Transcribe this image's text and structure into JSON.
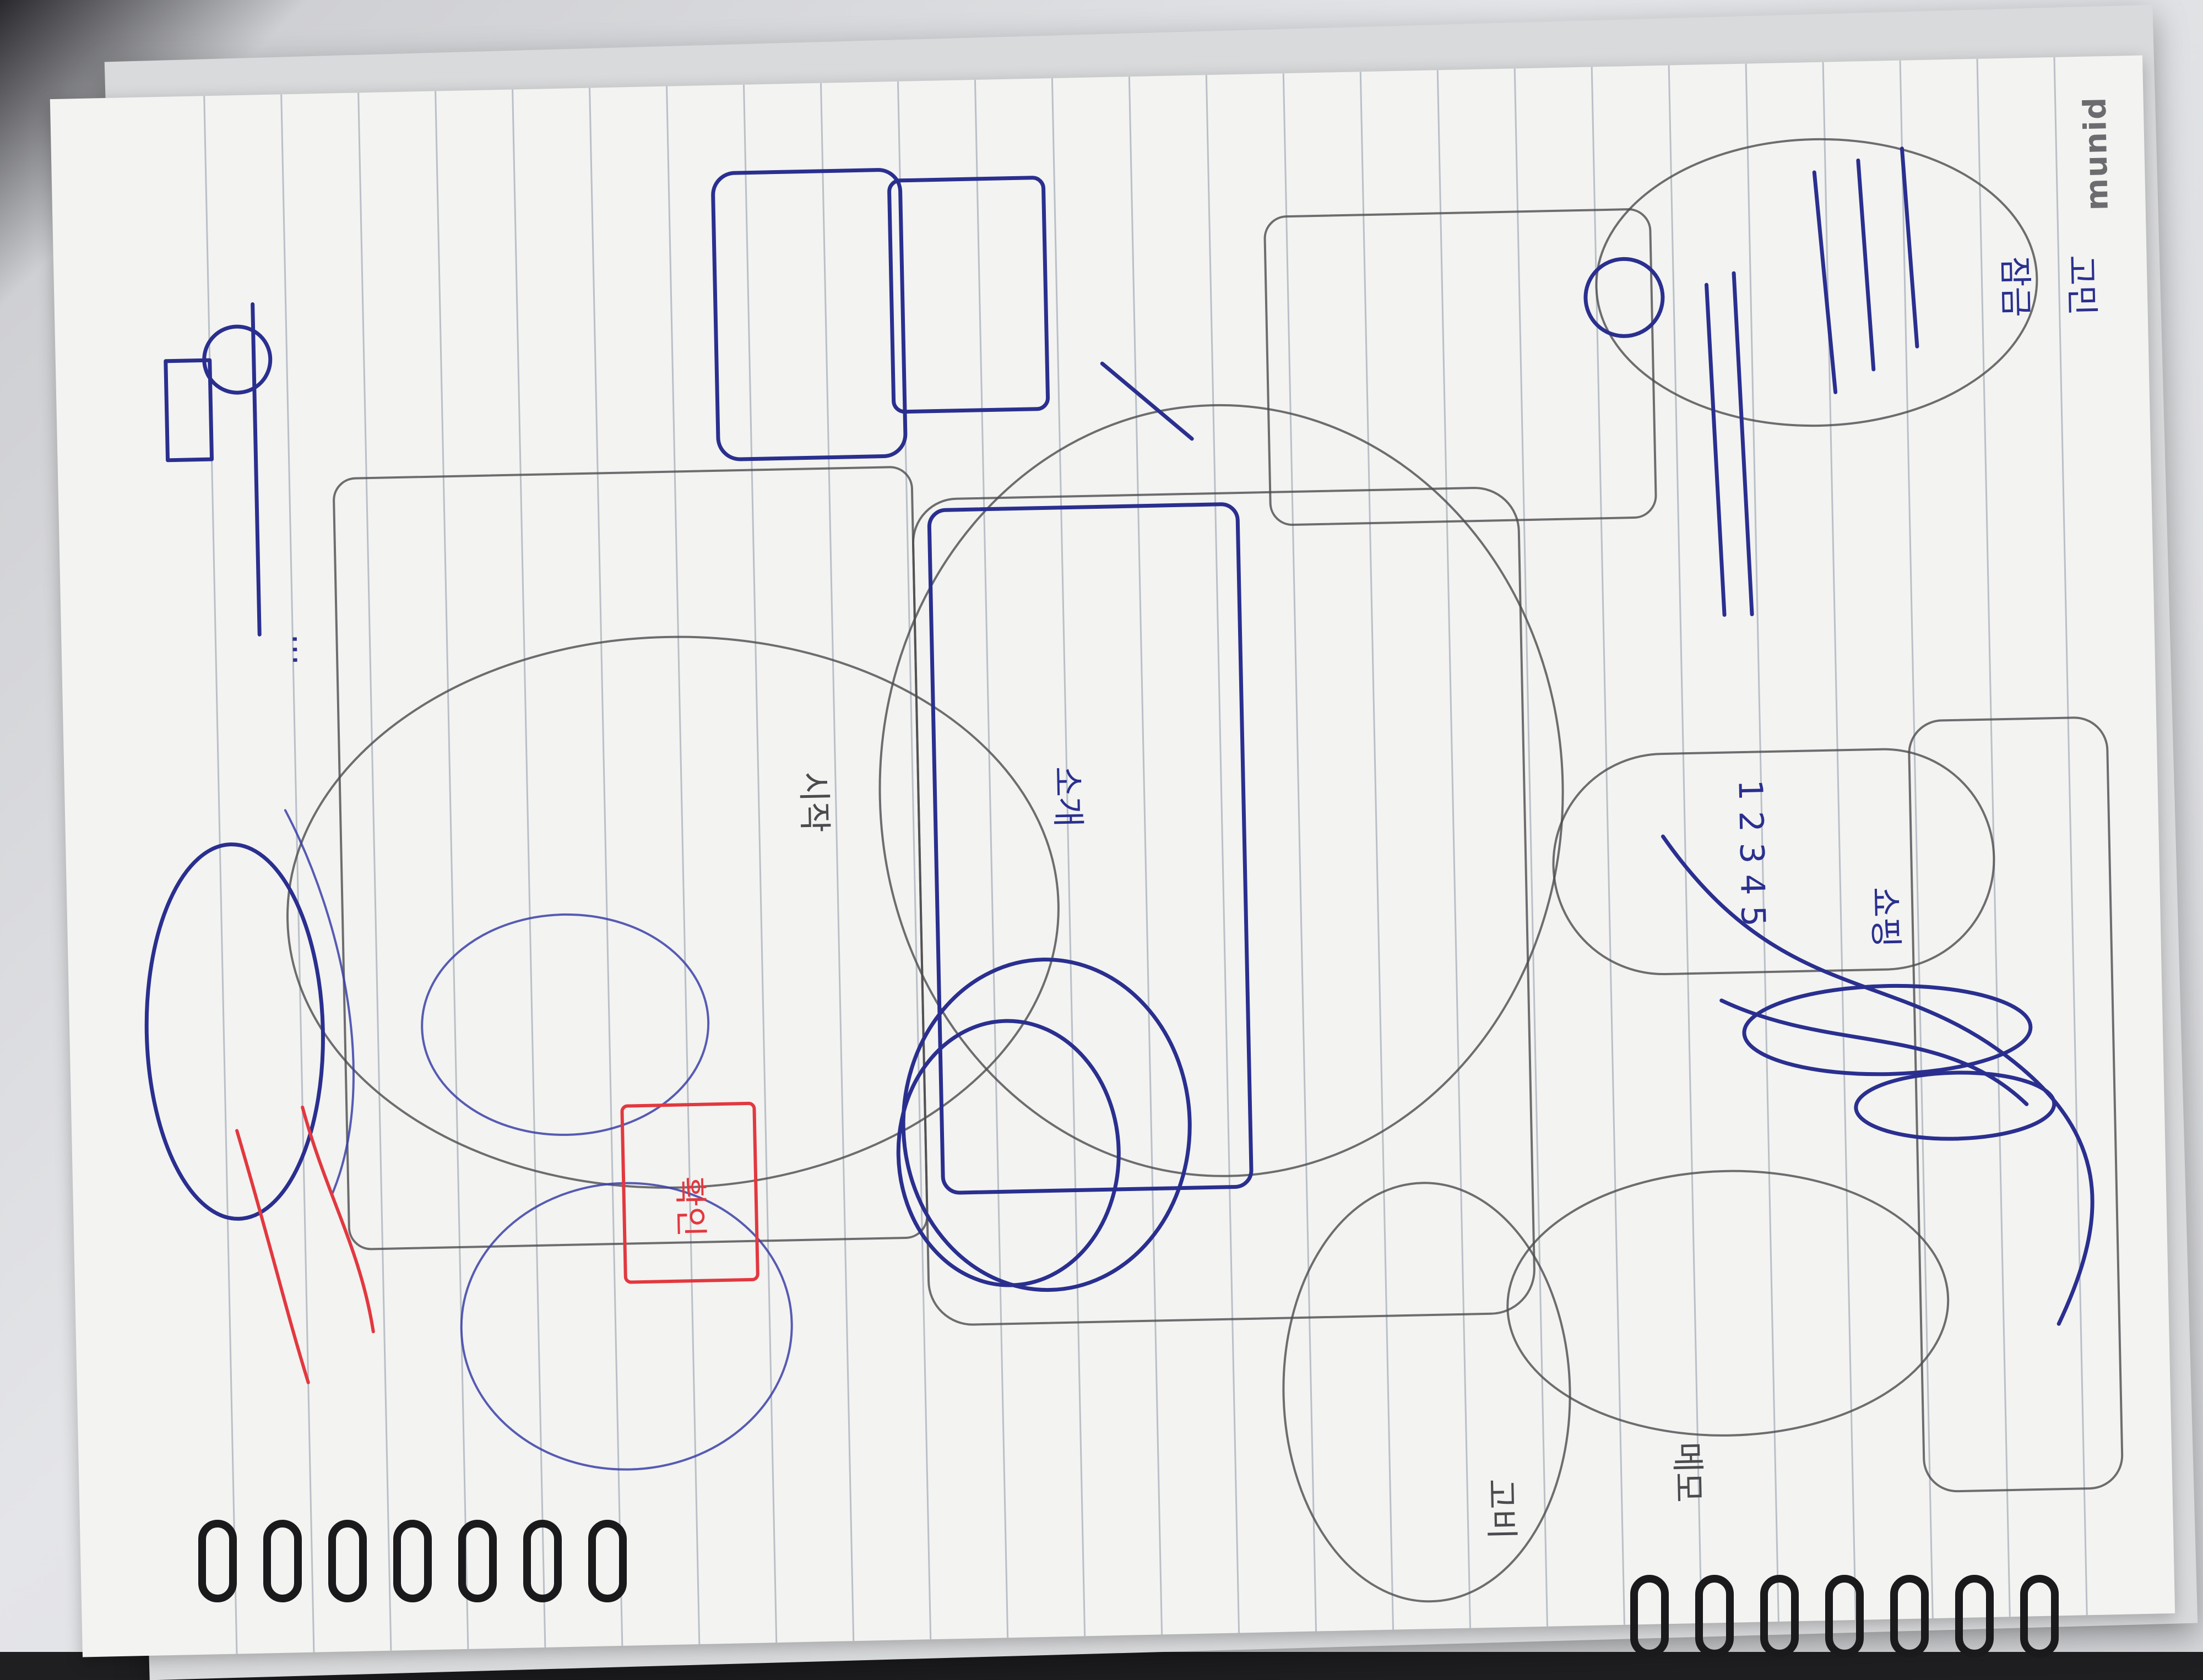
{
  "photo": {
    "subject": "notebook-sketch",
    "brand_text": "munid"
  },
  "notes": {
    "jamgeum": "잠금",
    "sogae": "소개",
    "sijak": "시작",
    "gomin": "고민",
    "shopping": "쇼핑",
    "numbers": "1 2 3 4 5",
    "memo": "메모",
    "gobi": "고비",
    "hwak": "확인",
    "etc": "..."
  },
  "colors": {
    "paper": "#f3f3f1",
    "ink_blue": "#2a2f8f",
    "pencil": "#4b4b4f",
    "red_pen": "#e2383f",
    "rule_line": "#b9c0c8"
  }
}
